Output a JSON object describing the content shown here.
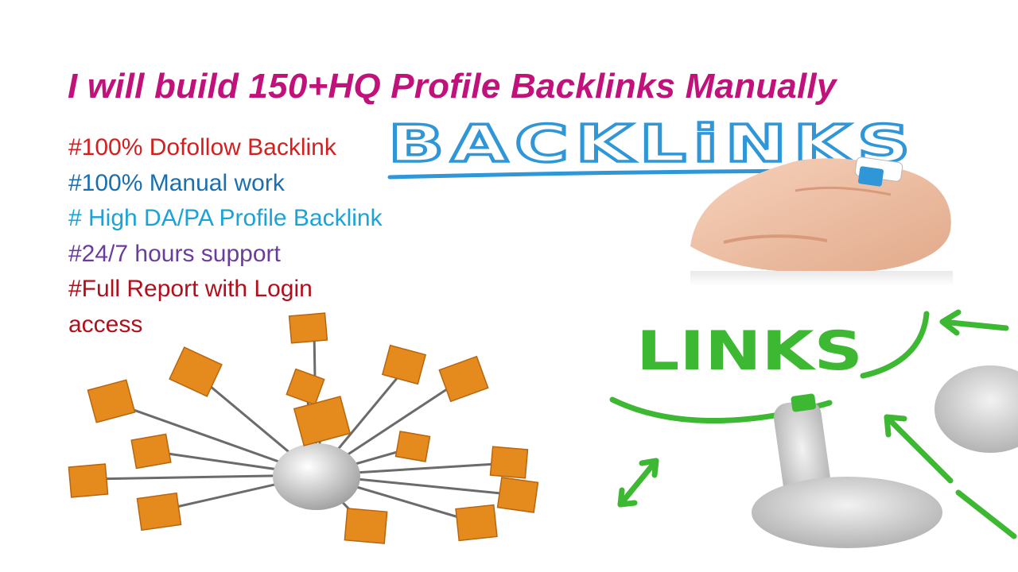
{
  "title": "I will build 150+HQ Profile Backlinks Manually",
  "colors": {
    "title": "#C0127A",
    "feature_1": "#D41F1F",
    "feature_2": "#1A6FB0",
    "feature_3": "#1AA3D9",
    "feature_4": "#6A3C9C",
    "feature_5": "#B0101C",
    "links_green": "#3DB832",
    "cube_orange": "#E58B1E"
  },
  "features": [
    "#100% Dofollow Backlink",
    "#100% Manual work",
    "# High DA/PA Profile Backlink",
    "#24/7 hours support",
    "#Full Report with Login access"
  ],
  "graphics": {
    "backlinks_word": "BACKLiNKS",
    "links_word": "LINKS"
  },
  "icons": [
    "marker-hand-icon",
    "network-hub-icon",
    "links-arrows-icon"
  ]
}
